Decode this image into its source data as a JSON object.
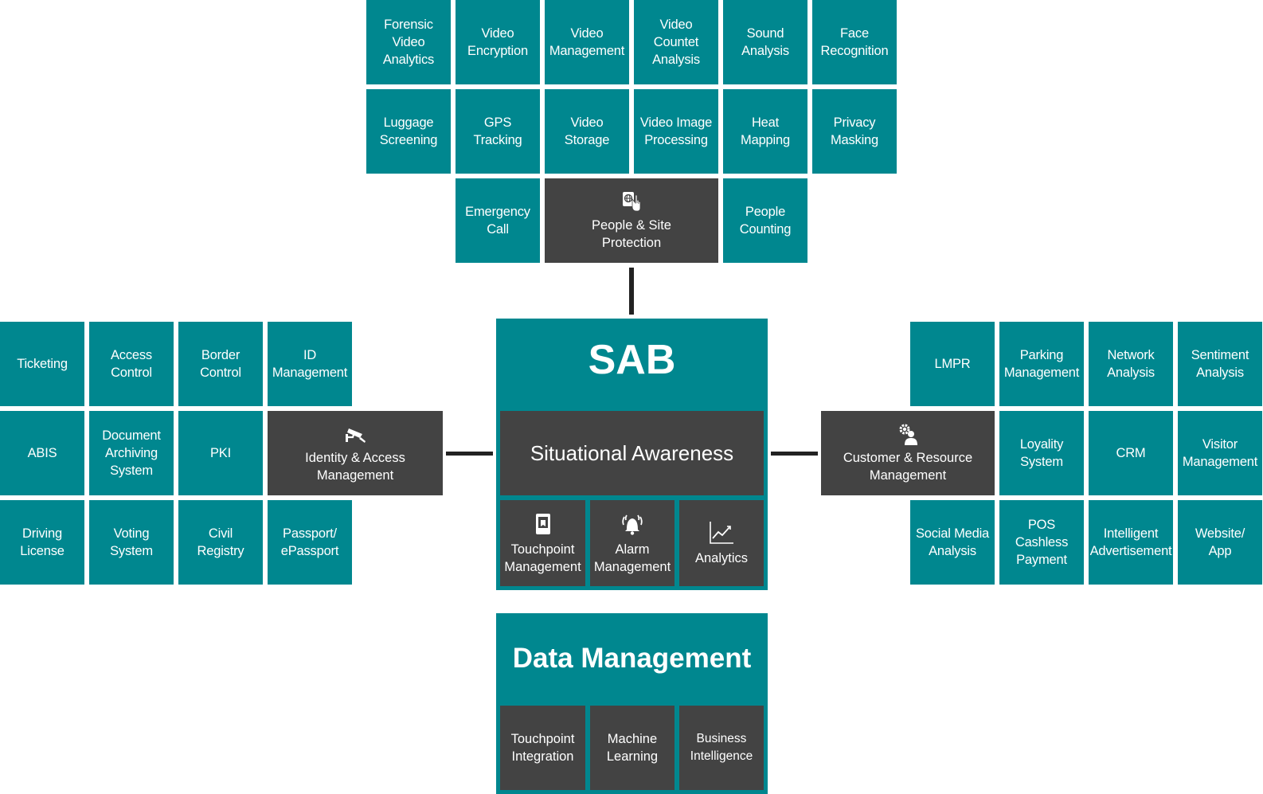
{
  "top": {
    "row1": [
      "Forensic\nVideo\nAnalytics",
      "Video\nEncryption",
      "Video\nManagement",
      "Video\nCountet\nAnalysis",
      "Sound\nAnalysis",
      "Face\nRecognition"
    ],
    "row2": [
      "Luggage\nScreening",
      "GPS\nTracking",
      "Video\nStorage",
      "Video Image\nProcessing",
      "Heat\nMapping",
      "Privacy\nMasking"
    ],
    "row3_left": "Emergency\nCall",
    "hub": "People & Site\nProtection",
    "row3_right": "People\nCounting"
  },
  "left": {
    "row1": [
      "Ticketing",
      "Access\nControl",
      "Border\nControl",
      "ID\nManagement"
    ],
    "row2": [
      "ABIS",
      "Document\nArchiving\nSystem",
      "PKI"
    ],
    "hub": "Identity & Access\nManagement",
    "row3": [
      "Driving\nLicense",
      "Voting\nSystem",
      "Civil\nRegistry",
      "Passport/\nePassport"
    ]
  },
  "right": {
    "row1": [
      "LMPR",
      "Parking\nManagement",
      "Network\nAnalysis",
      "Sentiment\nAnalysis"
    ],
    "hub": "Customer & Resource\nManagement",
    "row2": [
      "Loyality\nSystem",
      "CRM",
      "Visitor\nManagement"
    ],
    "row3": [
      "Social Media\nAnalysis",
      "POS\nCashless\nPayment",
      "Intelligent\nAdvertisement",
      "Website/\nApp"
    ]
  },
  "center": {
    "title": "SAB",
    "subtitle": "Situational Awareness",
    "modules": [
      "Touchpoint\nManagement",
      "Alarm\nManagement",
      "Analytics"
    ]
  },
  "data_management": {
    "title": "Data Management",
    "modules": [
      "Touchpoint\nIntegration",
      "Machine\nLearning",
      "Business\nIntelligence"
    ]
  },
  "colors": {
    "teal": "#00878F",
    "dark": "#434343",
    "connector": "#222222"
  }
}
